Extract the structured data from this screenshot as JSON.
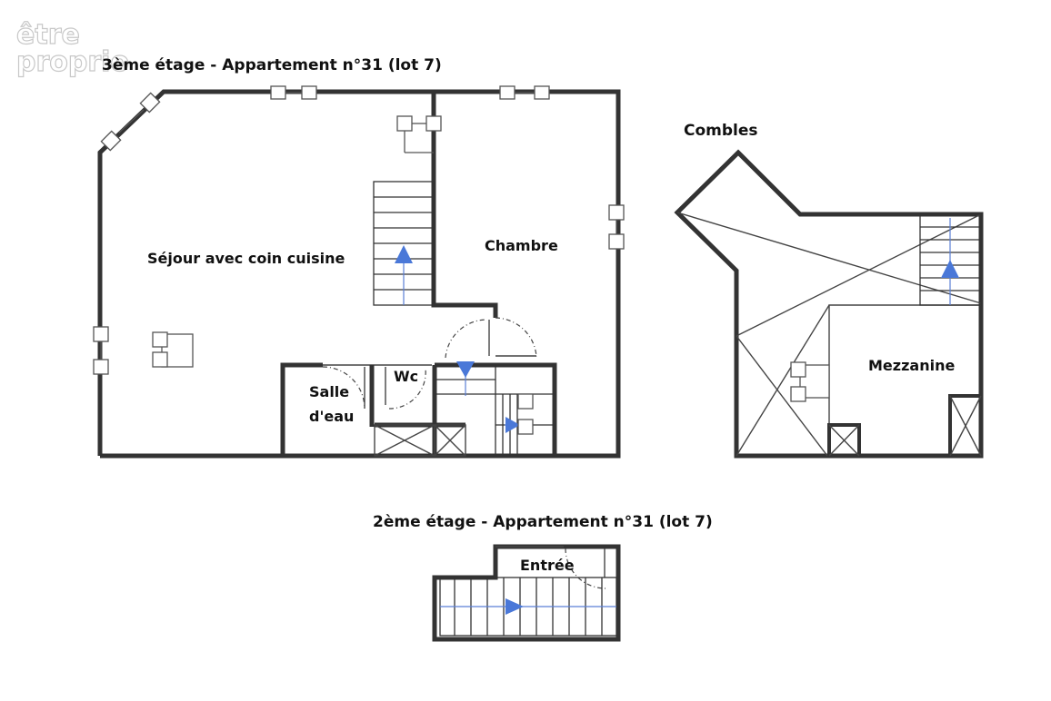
{
  "watermark": {
    "line1": "être",
    "line2": "proprio"
  },
  "floors": {
    "upper_title": "3ème étage - Appartement n°31 (lot 7)",
    "lower_title": "2ème étage - Appartement n°31 (lot 7)",
    "attic_title": "Combles"
  },
  "rooms": {
    "sejour": "Séjour avec coin cuisine",
    "chambre": "Chambre",
    "salle_line1": "Salle",
    "salle_line2": "d'eau",
    "wc": "Wc",
    "mezzanine": "Mezzanine",
    "entree": "Entrée"
  },
  "colors": {
    "wall": "#333333",
    "arrow": "#4a78d8",
    "watermark": "#c8c8c8"
  }
}
